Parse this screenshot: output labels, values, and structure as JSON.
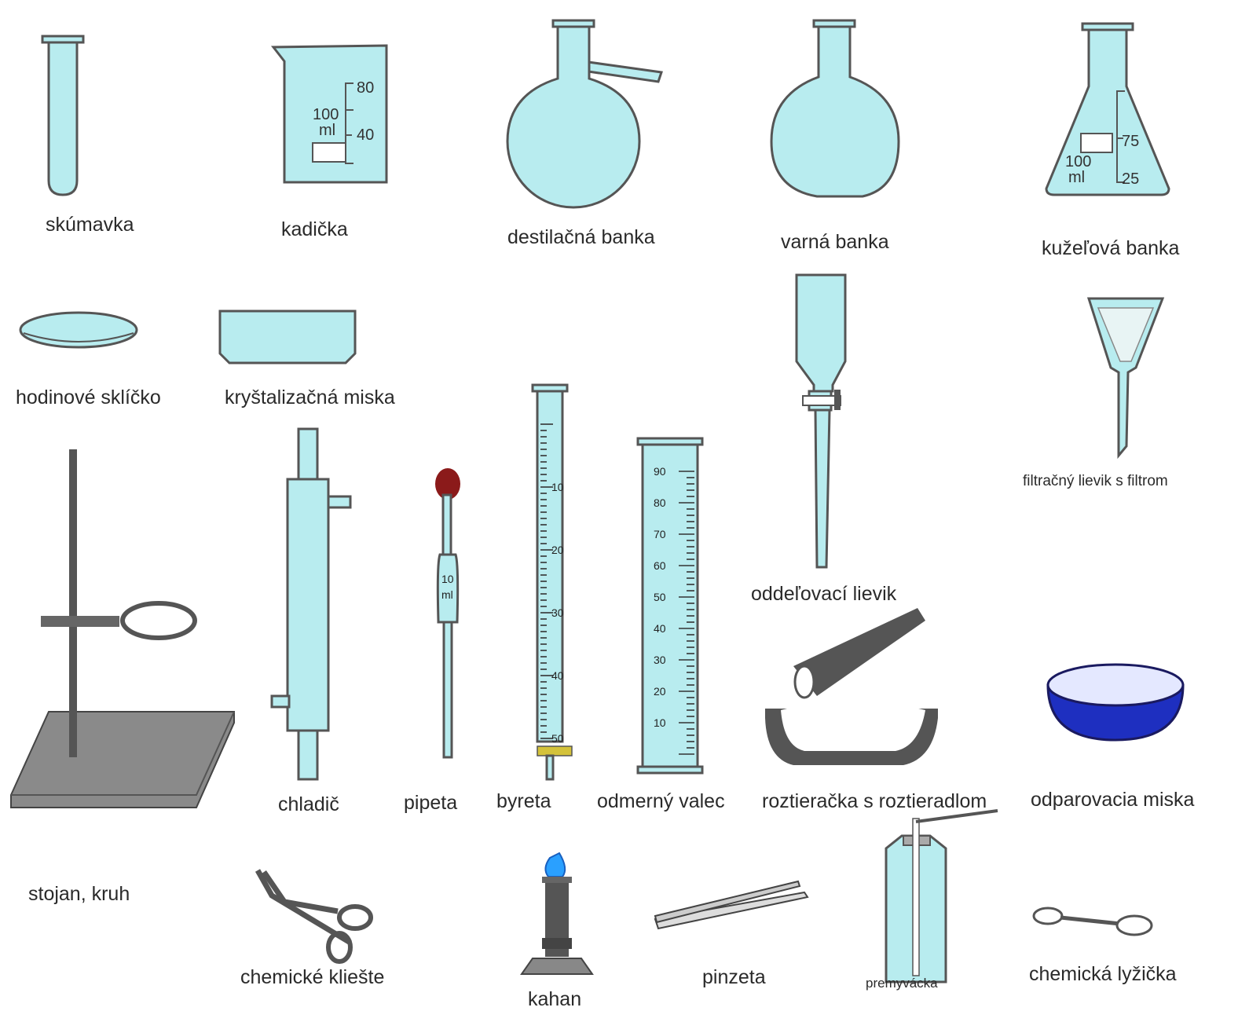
{
  "labels": {
    "test_tube": "skúmavka",
    "beaker": "kadička",
    "distill_flask": "destilačná banka",
    "boiling_flask": "varná banka",
    "conical_flask": "kužeľová banka",
    "watch_glass": "hodinové sklíčko",
    "cryst_dish": "kryštalizačná miska",
    "sep_funnel": "oddeľovací lievik",
    "filter_funnel": "filtračný lievik s filtrom",
    "stand": "stojan, kruh",
    "condenser": "chladič",
    "pipette": "pipeta",
    "burette": "byreta",
    "cylinder": "odmerný valec",
    "mortar": "roztieračka s roztieradlom",
    "evap_dish": "odparovacia miska",
    "tongs": "chemické kliešte",
    "burner": "kahan",
    "tweezers": "pinzeta",
    "wash_bottle": "premyvácka",
    "spoon": "chemická lyžička"
  },
  "beaker_marks": {
    "volume": "100",
    "unit": "ml",
    "top": "80",
    "mid": "40"
  },
  "conical_marks": {
    "volume": "100",
    "unit": "ml",
    "top": "75",
    "low": "25"
  },
  "pipette_marks": {
    "volume": "10",
    "unit": "ml"
  },
  "burette_marks": [
    "10",
    "20",
    "30",
    "40",
    "50"
  ],
  "cylinder_marks": [
    "90",
    "80",
    "70",
    "60",
    "50",
    "40",
    "30",
    "20",
    "10"
  ],
  "colors": {
    "glass": "#b8ecef",
    "outline": "#555555",
    "evap_dish": "#1e2fc0",
    "stopcock": "#d4c23a",
    "bulb": "#8b1a1a"
  }
}
